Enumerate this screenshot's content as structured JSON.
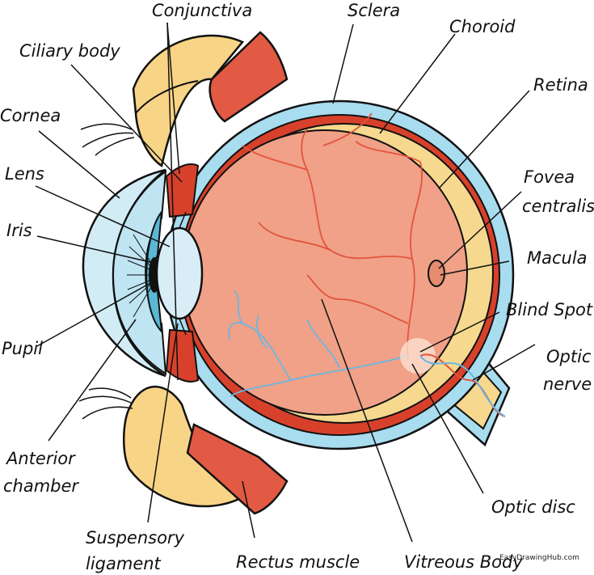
{
  "labels": {
    "conjunctiva": "Conjunctiva",
    "sclera": "Sclera",
    "choroid": "Choroid",
    "ciliary_body": "Ciliary body",
    "retina": "Retina",
    "cornea": "Cornea",
    "lens": "Lens",
    "fovea_line1": "Fovea",
    "fovea_line2": "centralis",
    "iris": "Iris",
    "macula": "Macula",
    "blind_spot": "Blind Spot",
    "pupil": "Pupil",
    "optic_nerve_line1": "Optic",
    "optic_nerve_line2": "nerve",
    "anterior_line1": "Anterior",
    "anterior_line2": "chamber",
    "optic_disc": "Optic  disc",
    "suspensory_line1": "Suspensory",
    "suspensory_line2": "ligament",
    "rectus_muscle": "Rectus muscle",
    "vitreous_body": "Vitreous Body"
  },
  "watermark": "EasyDrawingHub.com",
  "colors": {
    "outline": "#111111",
    "sclera": "#a8dcef",
    "choroid": "#d7412b",
    "retina": "#f6d98f",
    "vitreous": "#f0a188",
    "muscle": "#e25a44",
    "eyelid": "#f8d486",
    "cornea": "#d2ecf6",
    "lens": "#d8edf6",
    "iris": "#5ab8d4",
    "vein": "#6db6e2",
    "artery": "#e2543c"
  }
}
